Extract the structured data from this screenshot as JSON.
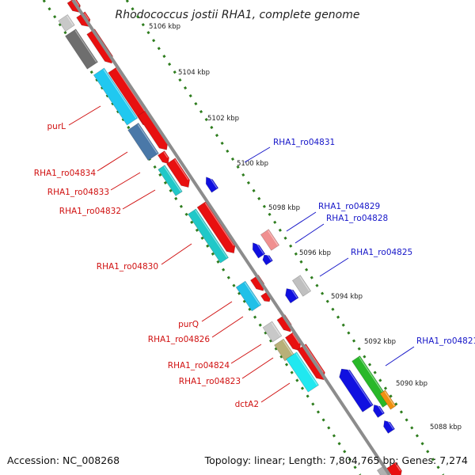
{
  "title": "Rhodococcus jostii RHA1, complete genome",
  "accession": "Accession: NC_008268",
  "summary": "Topology: linear; Length: 7,804,765 bp; Genes: 7,274",
  "colors": {
    "backbone": "#8c8c8c",
    "tick_dots": "#2e7d1e",
    "label_red": "#d01010",
    "label_blue": "#1515c8"
  },
  "scale_ticks": [
    "5106 kbp",
    "5104 kbp",
    "5102 kbp",
    "5100 kbp",
    "5098 kbp",
    "5096 kbp",
    "5094 kbp",
    "5092 kbp",
    "5090 kbp",
    "5088 kbp"
  ],
  "left_labels": [
    "purL",
    "RHA1_ro04834",
    "RHA1_ro04833",
    "RHA1_ro04832",
    "RHA1_ro04830",
    "purQ",
    "RHA1_ro04826",
    "RHA1_ro04824",
    "RHA1_ro04823",
    "dctA2"
  ],
  "right_labels": [
    "RHA1_ro04831",
    "RHA1_ro04829",
    "RHA1_ro04828",
    "RHA1_ro04825",
    "RHA1_ro04821"
  ]
}
